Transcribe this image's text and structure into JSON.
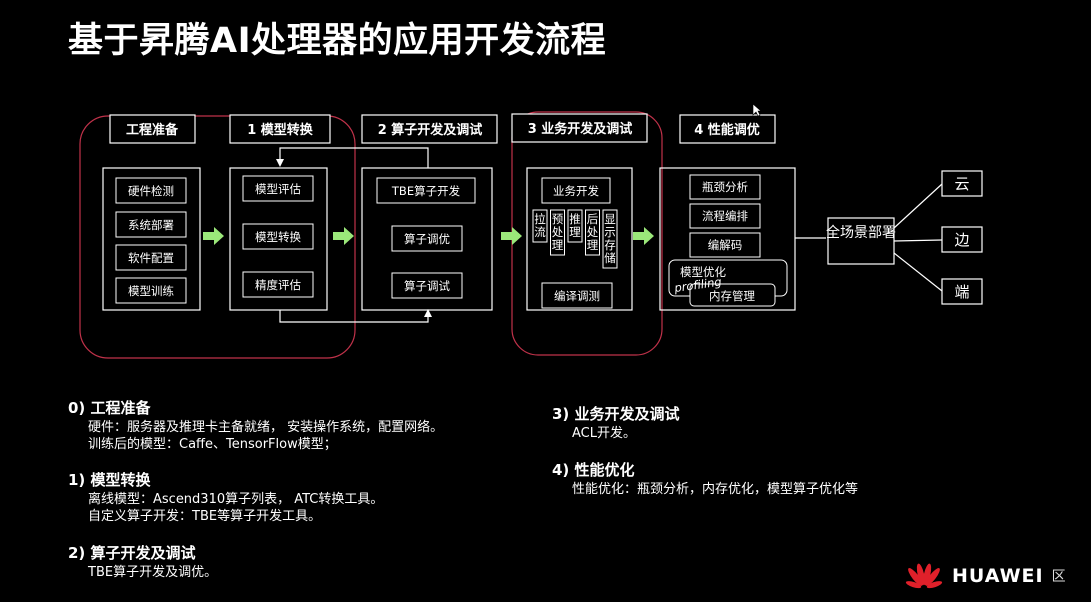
{
  "title": "基于昇腾AI处理器的应用开发流程",
  "stages": [
    {
      "label": "工程准备",
      "items": [
        "硬件检测",
        "系统部署",
        "软件配置",
        "模型训练"
      ]
    },
    {
      "label": "1 模型转换",
      "items": [
        "模型评估",
        "模型转换",
        "精度评估"
      ]
    },
    {
      "label": "2 算子开发及调试",
      "items": [
        "TBE算子开发",
        "算子调优",
        "算子调试"
      ]
    },
    {
      "label": "3 业务开发及调试",
      "top": "业务开发",
      "columns": [
        "拉流",
        "预处理",
        "推理",
        "后处理",
        "显示存储"
      ],
      "bottom": "编译调测"
    },
    {
      "label": "4 性能调优",
      "items": [
        "瓶颈分析",
        "流程编排",
        "编解码",
        "模型优化",
        "内存管理"
      ],
      "overlay": "profiling"
    }
  ],
  "deploy": {
    "label": "全场景部署",
    "targets": [
      "云",
      "边",
      "端"
    ]
  },
  "notes": [
    {
      "heading": "0) 工程准备",
      "lines": [
        "硬件：服务器及推理卡主备就绪， 安装操作系统，配置网络。",
        "训练后的模型：Caffe、TensorFlow模型；"
      ]
    },
    {
      "heading": "1) 模型转换",
      "lines": [
        "离线模型：Ascend310算子列表， ATC转换工具。",
        "自定义算子开发：TBE等算子开发工具。"
      ]
    },
    {
      "heading": "2) 算子开发及调试",
      "lines": [
        "TBE算子开发及调优。"
      ]
    },
    {
      "heading": "3) 业务开发及调试",
      "lines": [
        "ACL开发。"
      ]
    },
    {
      "heading": "4) 性能优化",
      "lines": [
        "性能优化：瓶颈分析，内存优化，模型算子优化等"
      ]
    }
  ],
  "brand": {
    "name": "HUAWEI",
    "suffix": "区"
  },
  "colors": {
    "background": "#000000",
    "box_border": "#ffffff",
    "arrow": "#9be87a",
    "highlight_circle": "#c0324a",
    "logo": "#e0202a"
  }
}
